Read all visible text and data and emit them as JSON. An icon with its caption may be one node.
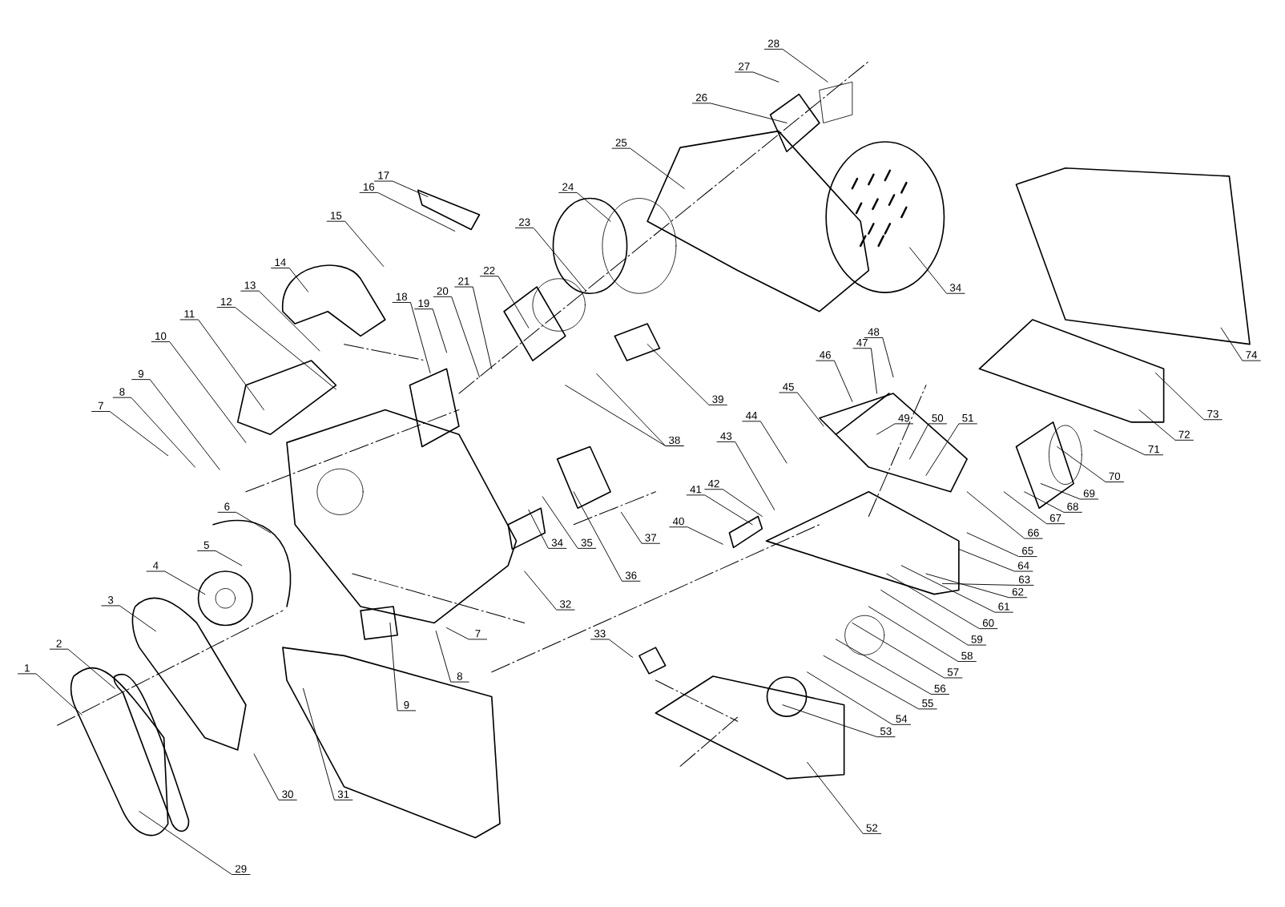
{
  "diagram": {
    "nodes": [
      {
        "text": [
          "1"
        ]
      },
      {
        "text": [
          "2"
        ]
      },
      {
        "text": [
          "3"
        ]
      },
      {
        "text": [
          "4"
        ]
      },
      {
        "text": [
          "5"
        ]
      },
      {
        "text": [
          "6"
        ]
      },
      {
        "text": [
          "7"
        ]
      },
      {
        "text": [
          "7"
        ]
      },
      {
        "text": [
          "8"
        ]
      },
      {
        "text": [
          "8"
        ]
      },
      {
        "text": [
          "9"
        ]
      },
      {
        "text": [
          "9"
        ]
      },
      {
        "text": [
          "10"
        ]
      },
      {
        "text": [
          "11"
        ]
      },
      {
        "text": [
          "12"
        ]
      },
      {
        "text": [
          "13"
        ]
      },
      {
        "text": [
          "14"
        ]
      },
      {
        "text": [
          "15"
        ]
      },
      {
        "text": [
          "16"
        ]
      },
      {
        "text": [
          "17"
        ]
      },
      {
        "text": [
          "18"
        ]
      },
      {
        "text": [
          "19"
        ]
      },
      {
        "text": [
          "20"
        ]
      },
      {
        "text": [
          "21"
        ]
      },
      {
        "text": [
          "22"
        ]
      },
      {
        "text": [
          "23"
        ]
      },
      {
        "text": [
          "24"
        ]
      },
      {
        "text": [
          "25"
        ]
      },
      {
        "text": [
          "26"
        ]
      },
      {
        "text": [
          "27"
        ]
      },
      {
        "text": [
          "28"
        ]
      },
      {
        "text": [
          "29"
        ]
      },
      {
        "text": [
          "30"
        ]
      },
      {
        "text": [
          "31"
        ]
      },
      {
        "text": [
          "32"
        ]
      },
      {
        "text": [
          "33"
        ]
      },
      {
        "text": [
          "34"
        ]
      },
      {
        "text": [
          "34"
        ]
      },
      {
        "text": [
          "35"
        ]
      },
      {
        "text": [
          "36"
        ]
      },
      {
        "text": [
          "37"
        ]
      },
      {
        "text": [
          "38"
        ]
      },
      {
        "text": [
          "39"
        ]
      },
      {
        "text": [
          "40"
        ]
      },
      {
        "text": [
          "41"
        ]
      },
      {
        "text": [
          "42"
        ]
      },
      {
        "text": [
          "43"
        ]
      },
      {
        "text": [
          "44"
        ]
      },
      {
        "text": [
          "45"
        ]
      },
      {
        "text": [
          "46"
        ]
      },
      {
        "text": [
          "47"
        ]
      },
      {
        "text": [
          "48"
        ]
      },
      {
        "text": [
          "49"
        ]
      },
      {
        "text": [
          "50"
        ]
      },
      {
        "text": [
          "51"
        ]
      },
      {
        "text": [
          "52"
        ]
      },
      {
        "text": [
          "53"
        ]
      },
      {
        "text": [
          "54"
        ]
      },
      {
        "text": [
          "55"
        ]
      },
      {
        "text": [
          "56"
        ]
      },
      {
        "text": [
          "57"
        ]
      },
      {
        "text": [
          "58"
        ]
      },
      {
        "text": [
          "59"
        ]
      },
      {
        "text": [
          "60"
        ]
      },
      {
        "text": [
          "61"
        ]
      },
      {
        "text": [
          "62"
        ]
      },
      {
        "text": [
          "63"
        ]
      },
      {
        "text": [
          "64"
        ]
      },
      {
        "text": [
          "65"
        ]
      },
      {
        "text": [
          "66"
        ]
      },
      {
        "text": [
          "67"
        ]
      },
      {
        "text": [
          "68"
        ]
      },
      {
        "text": [
          "69"
        ]
      },
      {
        "text": [
          "70"
        ]
      },
      {
        "text": [
          "71"
        ]
      },
      {
        "text": [
          "72"
        ]
      },
      {
        "text": [
          "73"
        ]
      },
      {
        "text": [
          "74"
        ]
      }
    ],
    "edges": [
      {
        "from": 0,
        "to": null,
        "arrow": "none"
      },
      {
        "from": 1,
        "to": null,
        "arrow": "none"
      },
      {
        "from": 2,
        "to": null,
        "arrow": "none"
      },
      {
        "from": 3,
        "to": null,
        "arrow": "none"
      },
      {
        "from": 4,
        "to": null,
        "arrow": "none"
      },
      {
        "from": 5,
        "to": null,
        "arrow": "none"
      },
      {
        "from": 6,
        "to": null,
        "arrow": "none"
      },
      {
        "from": 7,
        "to": null,
        "arrow": "none"
      },
      {
        "from": 8,
        "to": null,
        "arrow": "none"
      },
      {
        "from": 9,
        "to": null,
        "arrow": "none"
      },
      {
        "from": 10,
        "to": null,
        "arrow": "none"
      },
      {
        "from": 11,
        "to": null,
        "arrow": "none"
      },
      {
        "from": 12,
        "to": null,
        "arrow": "none"
      },
      {
        "from": 13,
        "to": null,
        "arrow": "none"
      },
      {
        "from": 14,
        "to": null,
        "arrow": "none"
      },
      {
        "from": 15,
        "to": null,
        "arrow": "none"
      },
      {
        "from": 16,
        "to": null,
        "arrow": "none"
      },
      {
        "from": 17,
        "to": null,
        "arrow": "none"
      },
      {
        "from": 18,
        "to": null,
        "arrow": "none"
      },
      {
        "from": 19,
        "to": null,
        "arrow": "none"
      },
      {
        "from": 20,
        "to": null,
        "arrow": "none"
      },
      {
        "from": 21,
        "to": null,
        "arrow": "none"
      },
      {
        "from": 22,
        "to": null,
        "arrow": "none"
      },
      {
        "from": 23,
        "to": null,
        "arrow": "none"
      },
      {
        "from": 24,
        "to": null,
        "arrow": "none"
      },
      {
        "from": 25,
        "to": null,
        "arrow": "none"
      },
      {
        "from": 26,
        "to": null,
        "arrow": "none"
      },
      {
        "from": 27,
        "to": null,
        "arrow": "none"
      },
      {
        "from": 28,
        "to": null,
        "arrow": "none"
      },
      {
        "from": 29,
        "to": null,
        "arrow": "none"
      },
      {
        "from": 30,
        "to": null,
        "arrow": "none"
      },
      {
        "from": 31,
        "to": null,
        "arrow": "none"
      },
      {
        "from": 32,
        "to": null,
        "arrow": "none"
      },
      {
        "from": 33,
        "to": null,
        "arrow": "none"
      },
      {
        "from": 34,
        "to": null,
        "arrow": "none"
      },
      {
        "from": 35,
        "to": null,
        "arrow": "none"
      },
      {
        "from": 36,
        "to": null,
        "arrow": "none"
      },
      {
        "from": 37,
        "to": null,
        "arrow": "none"
      },
      {
        "from": 38,
        "to": null,
        "arrow": "none"
      },
      {
        "from": 39,
        "to": null,
        "arrow": "none"
      },
      {
        "from": 40,
        "to": null,
        "arrow": "none"
      },
      {
        "from": 41,
        "to": null,
        "arrow": "none"
      },
      {
        "from": 41,
        "to": null,
        "arrow": "none"
      },
      {
        "from": 42,
        "to": null,
        "arrow": "none"
      },
      {
        "from": 43,
        "to": null,
        "arrow": "none"
      },
      {
        "from": 44,
        "to": null,
        "arrow": "none"
      },
      {
        "from": 45,
        "to": null,
        "arrow": "none"
      },
      {
        "from": 46,
        "to": null,
        "arrow": "none"
      },
      {
        "from": 47,
        "to": null,
        "arrow": "none"
      },
      {
        "from": 48,
        "to": null,
        "arrow": "none"
      },
      {
        "from": 49,
        "to": null,
        "arrow": "none"
      },
      {
        "from": 50,
        "to": null,
        "arrow": "none"
      },
      {
        "from": 51,
        "to": null,
        "arrow": "none"
      },
      {
        "from": 52,
        "to": null,
        "arrow": "none"
      },
      {
        "from": 53,
        "to": null,
        "arrow": "none"
      },
      {
        "from": 54,
        "to": null,
        "arrow": "none"
      },
      {
        "from": 55,
        "to": null,
        "arrow": "none"
      },
      {
        "from": 56,
        "to": null,
        "arrow": "none"
      },
      {
        "from": 57,
        "to": null,
        "arrow": "none"
      },
      {
        "from": 58,
        "to": null,
        "arrow": "none"
      },
      {
        "from": 59,
        "to": null,
        "arrow": "none"
      },
      {
        "from": 60,
        "to": null,
        "arrow": "none"
      },
      {
        "from": 61,
        "to": null,
        "arrow": "none"
      },
      {
        "from": 62,
        "to": null,
        "arrow": "none"
      },
      {
        "from": 63,
        "to": null,
        "arrow": "none"
      },
      {
        "from": 64,
        "to": null,
        "arrow": "none"
      },
      {
        "from": 65,
        "to": null,
        "arrow": "none"
      },
      {
        "from": 66,
        "to": null,
        "arrow": "none"
      },
      {
        "from": 67,
        "to": null,
        "arrow": "none"
      },
      {
        "from": 68,
        "to": null,
        "arrow": "none"
      },
      {
        "from": 69,
        "to": null,
        "arrow": "none"
      },
      {
        "from": 70,
        "to": null,
        "arrow": "none"
      },
      {
        "from": 71,
        "to": null,
        "arrow": "none"
      },
      {
        "from": 72,
        "to": null,
        "arrow": "none"
      },
      {
        "from": 73,
        "to": null,
        "arrow": "none"
      },
      {
        "from": 74,
        "to": null,
        "arrow": "none"
      },
      {
        "from": 75,
        "to": null,
        "arrow": "none"
      },
      {
        "from": 76,
        "to": null,
        "arrow": "none"
      },
      {
        "from": 77,
        "to": null,
        "arrow": "none"
      }
    ]
  }
}
